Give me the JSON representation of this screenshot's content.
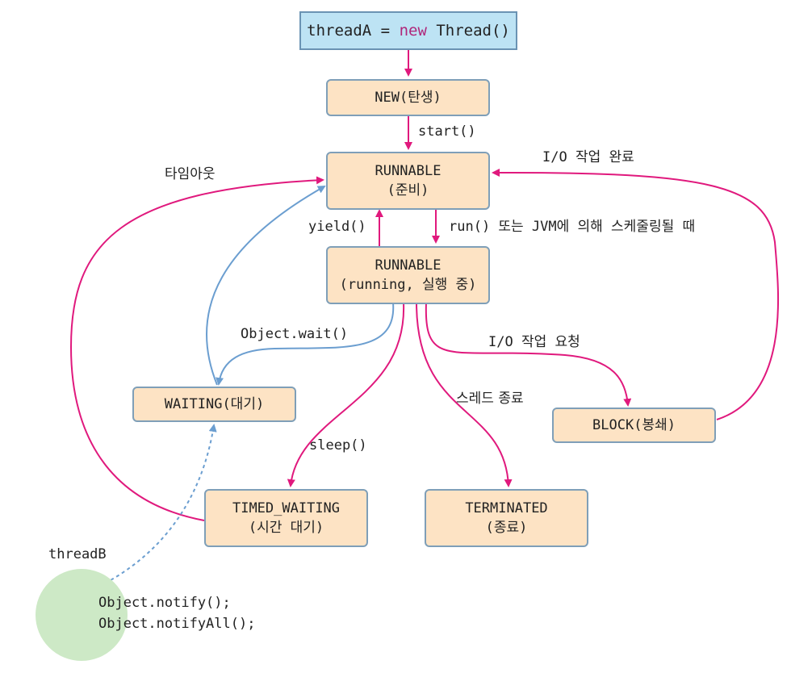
{
  "diagram": {
    "top": {
      "var": "threadA",
      "op": "=",
      "keyword": "new",
      "ctor": "Thread()"
    },
    "states": {
      "new": "NEW(탄생)",
      "runnable": [
        "RUNNABLE",
        "(준비)"
      ],
      "running": [
        "RUNNABLE",
        "(running, 실행 중)"
      ],
      "waiting": "WAITING(대기)",
      "timed_waiting": [
        "TIMED_WAITING",
        "(시간 대기)"
      ],
      "terminated": [
        "TERMINATED",
        "(종료)"
      ],
      "block": "BLOCK(봉쇄)"
    },
    "labels": {
      "start": "start()",
      "timeout": "타임아웃",
      "io_done": "I/O 작업 완료",
      "yield": "yield()",
      "run": "run() 또는 JVM에 의해 스케줄링될 때",
      "wait": "Object.wait()",
      "io_request": "I/O 작업 요청",
      "thread_end": "스레드 종료",
      "sleep": "sleep()"
    },
    "threadB": {
      "name": "threadB",
      "code": [
        "Object.notify();",
        "Object.notifyAll();"
      ]
    },
    "colors": {
      "magenta_arrow": "#e0197d",
      "blue_arrow": "#6b9ed0",
      "state_fill": "#fde3c4",
      "top_fill": "#bde3f4",
      "circle_fill": "#cde9c6"
    }
  }
}
